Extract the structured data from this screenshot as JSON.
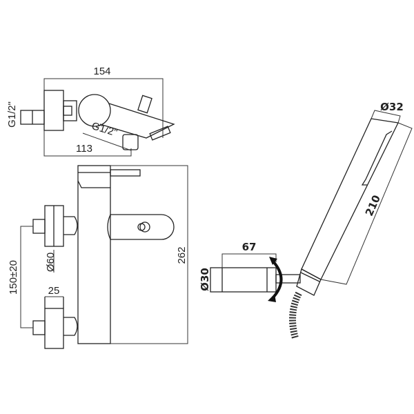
{
  "top_view": {
    "overall_width": "154",
    "inlet_thread": "G1/2\"",
    "outlet_thread": "G1/2\"",
    "projection": "113"
  },
  "front_view": {
    "height": "262",
    "flange_diameter": "Ø60",
    "centers": "150±20",
    "flange_depth": "25"
  },
  "hand_shower": {
    "head_diameter": "Ø32",
    "length": "210",
    "holder_length": "67",
    "holder_diameter": "Ø30"
  }
}
